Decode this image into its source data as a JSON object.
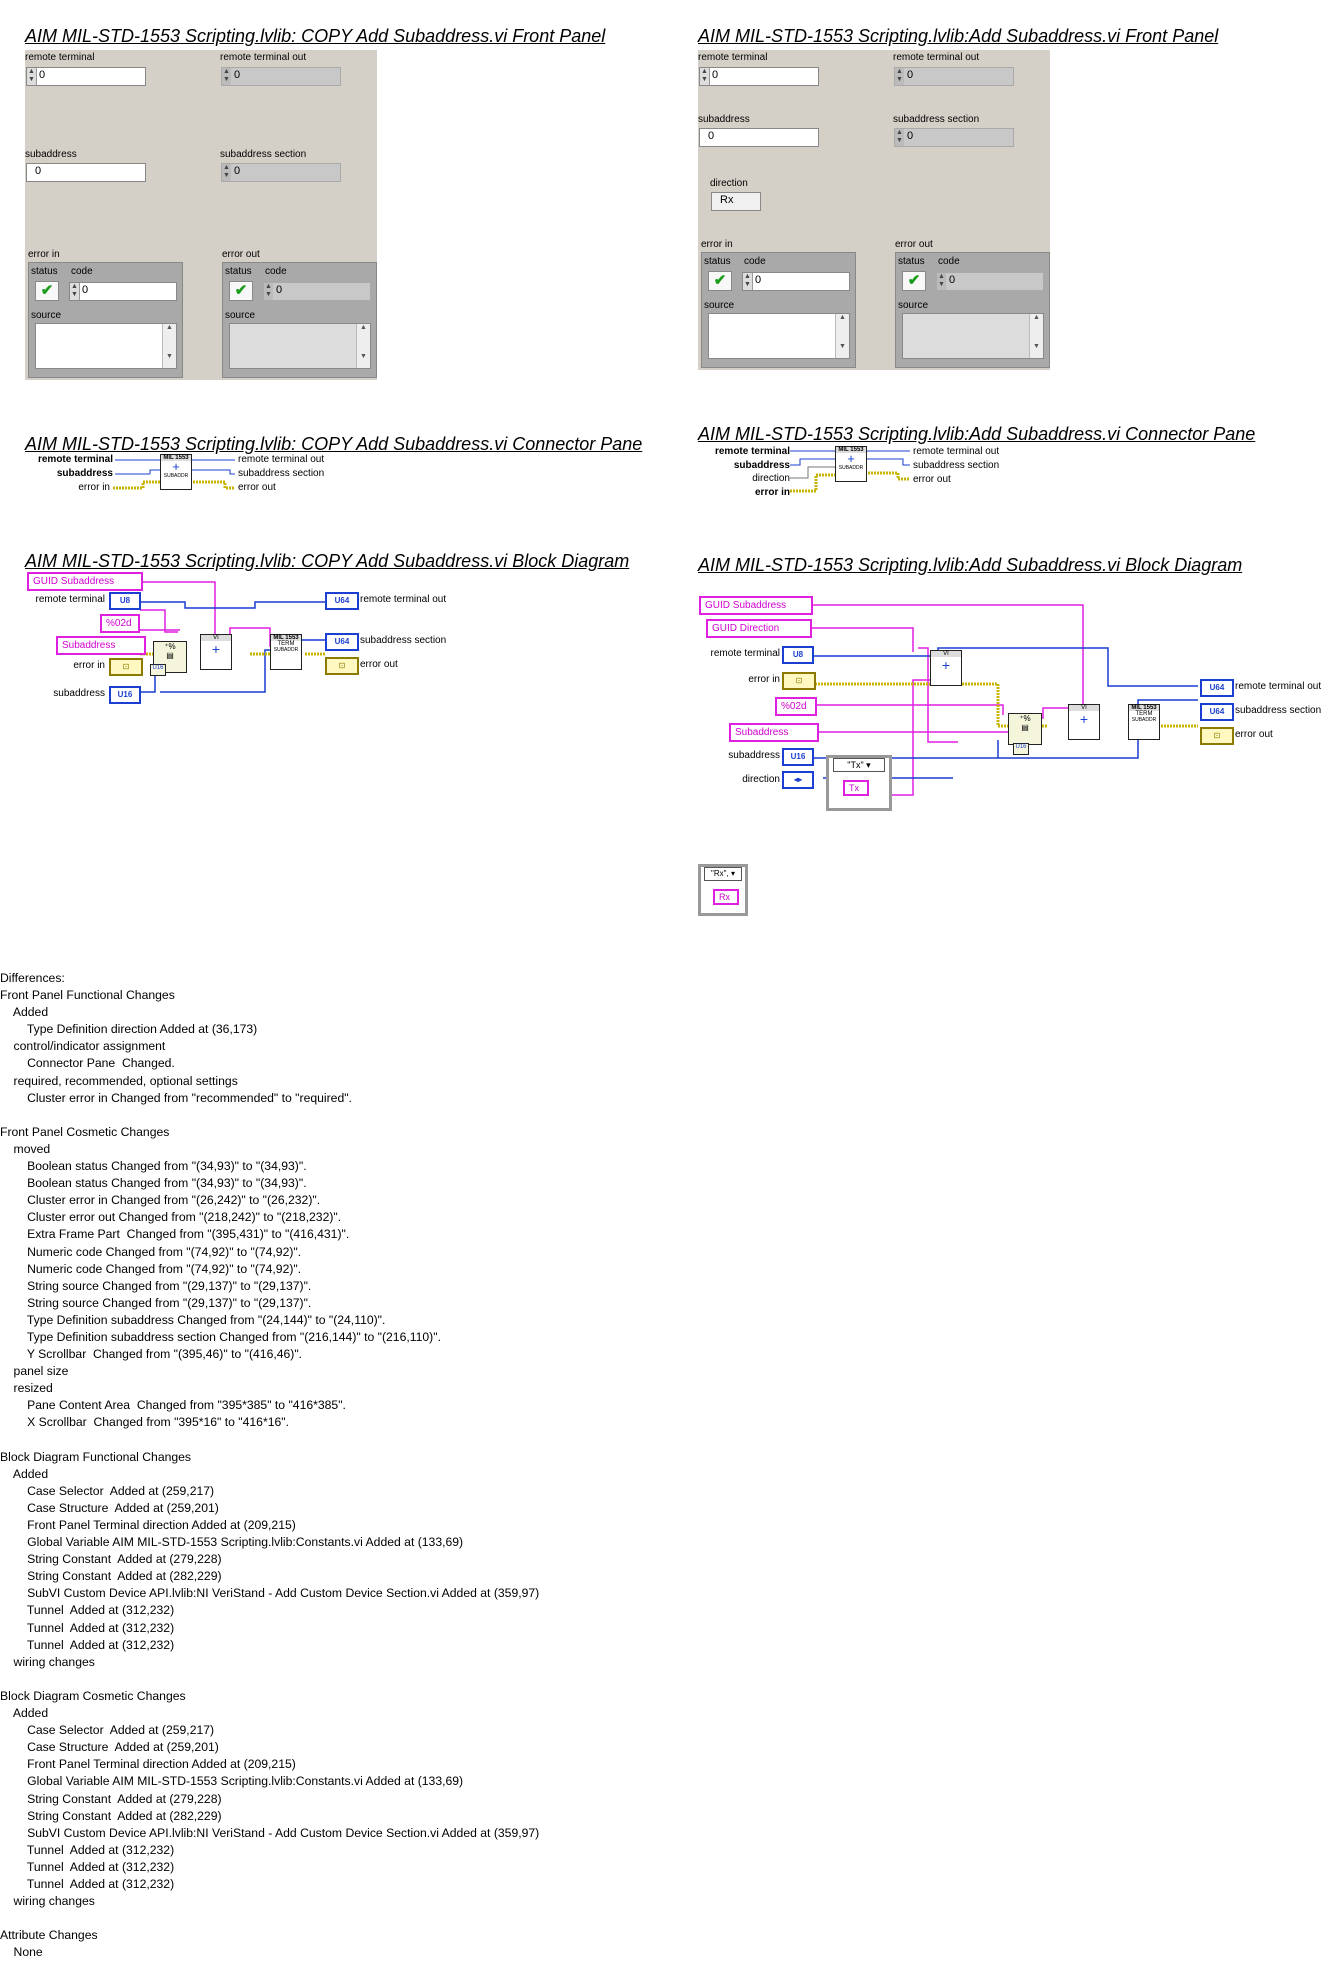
{
  "titles": {
    "left_front_panel": "AIM MIL-STD-1553 Scripting.lvlib:  COPY  Add Subaddress.vi Front Panel",
    "right_front_panel": "AIM MIL-STD-1553 Scripting.lvlib:Add Subaddress.vi Front Panel",
    "left_connector": "AIM MIL-STD-1553 Scripting.lvlib:  COPY  Add Subaddress.vi Connector Pane",
    "right_connector": "AIM MIL-STD-1553 Scripting.lvlib:Add Subaddress.vi Connector Pane",
    "left_block": "AIM MIL-STD-1553 Scripting.lvlib:  COPY  Add Subaddress.vi Block Diagram",
    "right_block": "AIM MIL-STD-1553 Scripting.lvlib:Add Subaddress.vi Block Diagram"
  },
  "front_panel": {
    "remote_terminal": "remote terminal",
    "remote_terminal_out": "remote terminal out",
    "subaddress": "subaddress",
    "subaddress_section": "subaddress section",
    "direction": "direction",
    "direction_value": "Rx",
    "error_in": "error in",
    "error_out": "error out",
    "status": "status",
    "code": "code",
    "source": "source",
    "zero": "0"
  },
  "connector": {
    "remote_terminal": "remote terminal",
    "subaddress": "subaddress",
    "direction": "direction",
    "error_in": "error in",
    "remote_terminal_out": "remote terminal out",
    "subaddress_section": "subaddress section",
    "error_out": "error out",
    "mil_label": "MIL 1553",
    "sub_label": "SUBADDR"
  },
  "block": {
    "guid_subaddress": "GUID Subaddress",
    "guid_direction": "GUID Direction",
    "format_02d": "%02d",
    "subaddress_const": "Subaddress",
    "remote_terminal": "remote terminal",
    "error_in": "error in",
    "subaddress": "subaddress",
    "direction": "direction",
    "remote_terminal_out": "remote terminal out",
    "subaddress_section": "subaddress section",
    "error_out": "error out",
    "u8": "U8",
    "u16": "U16",
    "u64": "U64",
    "tx_case": "\"Tx\"",
    "rx_case": "\"Rx\",",
    "tx": "Tx",
    "rx": "Rx",
    "term": "TERM",
    "subaddr": "SUBADDR",
    "mil": "MIL 1553"
  },
  "differences": [
    "Differences:",
    "Front Panel Functional Changes",
    "    Added",
    "        Type Definition direction Added at (36,173)",
    "    control/indicator assignment",
    "        Connector Pane  Changed.",
    "    required, recommended, optional settings",
    "        Cluster error in Changed from \"recommended\" to \"required\".",
    "",
    "Front Panel Cosmetic Changes",
    "    moved",
    "        Boolean status Changed from \"(34,93)\" to \"(34,93)\".",
    "        Boolean status Changed from \"(34,93)\" to \"(34,93)\".",
    "        Cluster error in Changed from \"(26,242)\" to \"(26,232)\".",
    "        Cluster error out Changed from \"(218,242)\" to \"(218,232)\".",
    "        Extra Frame Part  Changed from \"(395,431)\" to \"(416,431)\".",
    "        Numeric code Changed from \"(74,92)\" to \"(74,92)\".",
    "        Numeric code Changed from \"(74,92)\" to \"(74,92)\".",
    "        String source Changed from \"(29,137)\" to \"(29,137)\".",
    "        String source Changed from \"(29,137)\" to \"(29,137)\".",
    "        Type Definition subaddress Changed from \"(24,144)\" to \"(24,110)\".",
    "        Type Definition subaddress section Changed from \"(216,144)\" to \"(216,110)\".",
    "        Y Scrollbar  Changed from \"(395,46)\" to \"(416,46)\".",
    "    panel size",
    "    resized",
    "        Pane Content Area  Changed from \"395*385\" to \"416*385\".",
    "        X Scrollbar  Changed from \"395*16\" to \"416*16\".",
    "",
    "Block Diagram Functional Changes",
    "    Added",
    "        Case Selector  Added at (259,217)",
    "        Case Structure  Added at (259,201)",
    "        Front Panel Terminal direction Added at (209,215)",
    "        Global Variable AIM MIL-STD-1553 Scripting.lvlib:Constants.vi Added at (133,69)",
    "        String Constant  Added at (279,228)",
    "        String Constant  Added at (282,229)",
    "        SubVI Custom Device API.lvlib:NI VeriStand - Add Custom Device Section.vi Added at (359,97)",
    "        Tunnel  Added at (312,232)",
    "        Tunnel  Added at (312,232)",
    "        Tunnel  Added at (312,232)",
    "    wiring changes",
    "",
    "Block Diagram Cosmetic Changes",
    "    Added",
    "        Case Selector  Added at (259,217)",
    "        Case Structure  Added at (259,201)",
    "        Front Panel Terminal direction Added at (209,215)",
    "        Global Variable AIM MIL-STD-1553 Scripting.lvlib:Constants.vi Added at (133,69)",
    "        String Constant  Added at (279,228)",
    "        String Constant  Added at (282,229)",
    "        SubVI Custom Device API.lvlib:NI VeriStand - Add Custom Device Section.vi Added at (359,97)",
    "        Tunnel  Added at (312,232)",
    "        Tunnel  Added at (312,232)",
    "        Tunnel  Added at (312,232)",
    "    wiring changes",
    "",
    "Attribute Changes",
    "    None"
  ],
  "colors": {
    "panel_bg": "#d4d0c8",
    "wire_blue": "#1a3fd1",
    "wire_pink": "#e020e0",
    "wire_error": "#c8b400",
    "check_green": "#1b9c1b"
  }
}
